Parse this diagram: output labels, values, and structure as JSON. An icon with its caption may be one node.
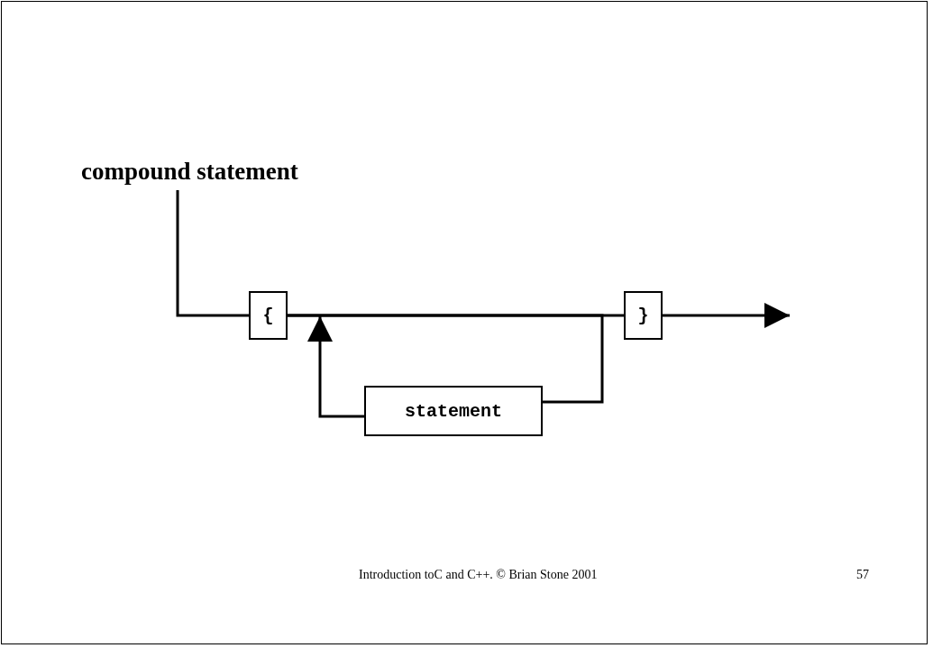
{
  "diagram": {
    "nodes": [
      {
        "text": [
          "compound statement"
        ]
      },
      {
        "text": [
          "{"
        ]
      },
      {
        "text": [
          "}"
        ]
      },
      {
        "text": [
          "statement"
        ]
      }
    ],
    "edges": [
      {
        "from": 0,
        "to": 1,
        "arrow": "none"
      },
      {
        "from": 1,
        "to": 2,
        "arrow": "none"
      },
      {
        "from": 1,
        "to": 3,
        "arrow": "none"
      },
      {
        "from": 3,
        "to": 1,
        "arrow": "to"
      },
      {
        "from": 2,
        "to": null,
        "arrow": "to"
      }
    ],
    "labels": [
      "Introduction toC and C++. © Brian Stone 2001",
      "57"
    ]
  }
}
